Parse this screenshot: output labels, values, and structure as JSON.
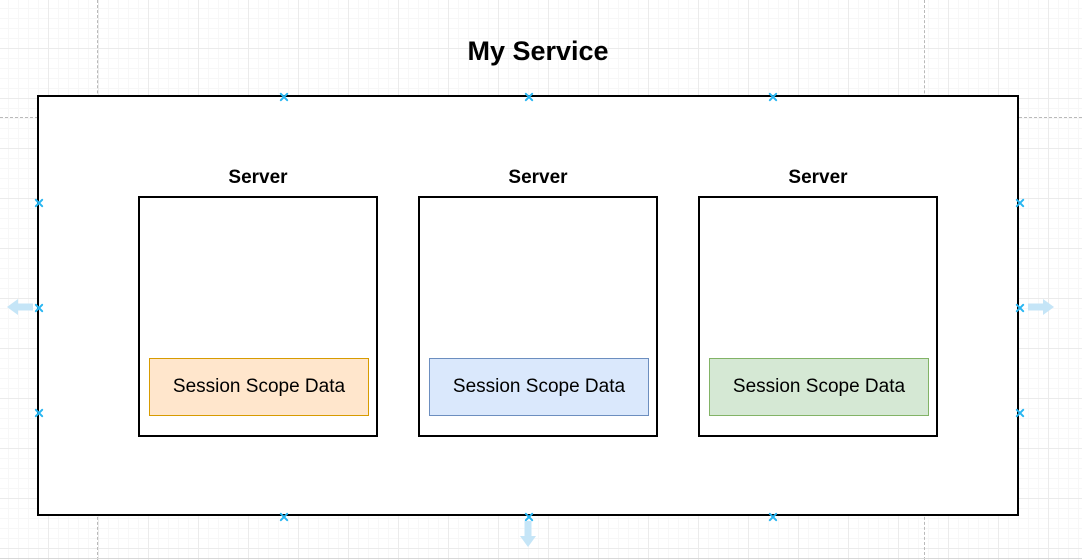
{
  "diagram": {
    "title": "My Service",
    "container": {
      "servers": [
        {
          "label": "Server",
          "data_box": {
            "label": "Session Scope Data",
            "fill": "#FFE6CC",
            "stroke": "#D79B00"
          }
        },
        {
          "label": "Server",
          "data_box": {
            "label": "Session Scope Data",
            "fill": "#DAE8FC",
            "stroke": "#6C8EBF"
          }
        },
        {
          "label": "Server",
          "data_box": {
            "label": "Session Scope Data",
            "fill": "#D5E8D4",
            "stroke": "#82B366"
          }
        }
      ]
    },
    "editor": {
      "shape_stroke": "#000000",
      "connection_point_color": "#29B6F2",
      "direction_arrow_color": "#C5E5F7",
      "page_guide_color": "#B9B9B9"
    }
  }
}
